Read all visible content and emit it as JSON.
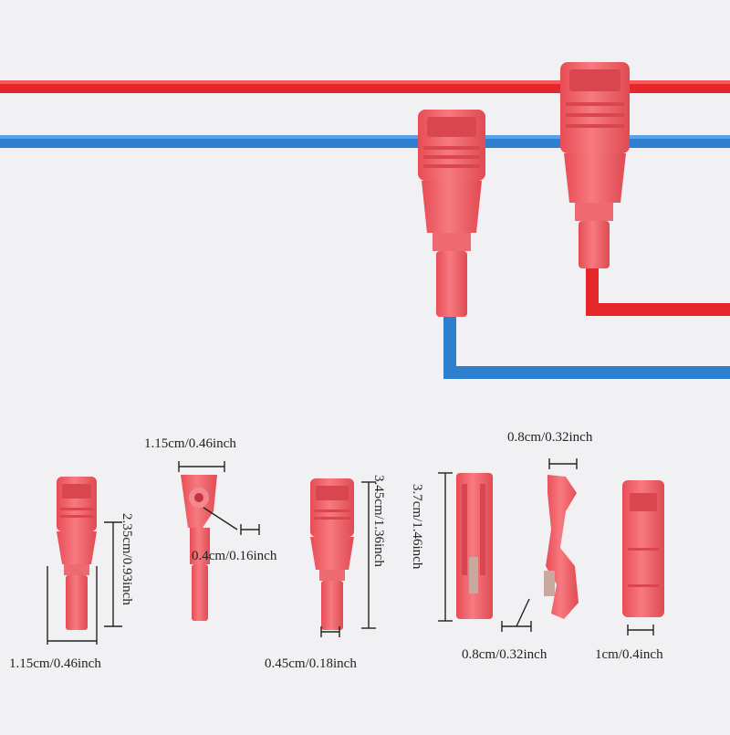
{
  "colors": {
    "background": "#f1f1f4",
    "connector_red": "#f2636b",
    "connector_dark": "#d94650",
    "wire_red": "#e5262b",
    "wire_blue": "#2f7fd0",
    "dimension_line": "#222222"
  },
  "dimensions": {
    "d1_width": "1.15cm/0.46inch",
    "d1_height": "2.35cm/0.93inch",
    "d2_top_width": "1.15cm/0.46inch",
    "d2_hole": "0.4cm/0.16inch",
    "d3_height": "3.45cm/1.36inch",
    "d3_tip": "0.45cm/0.18inch",
    "d4_height": "3.7cm/1.46inch",
    "d4_slot": "0.8cm/0.32inch",
    "d5_top": "0.8cm/0.32inch",
    "d6_width": "1cm/0.4inch"
  }
}
